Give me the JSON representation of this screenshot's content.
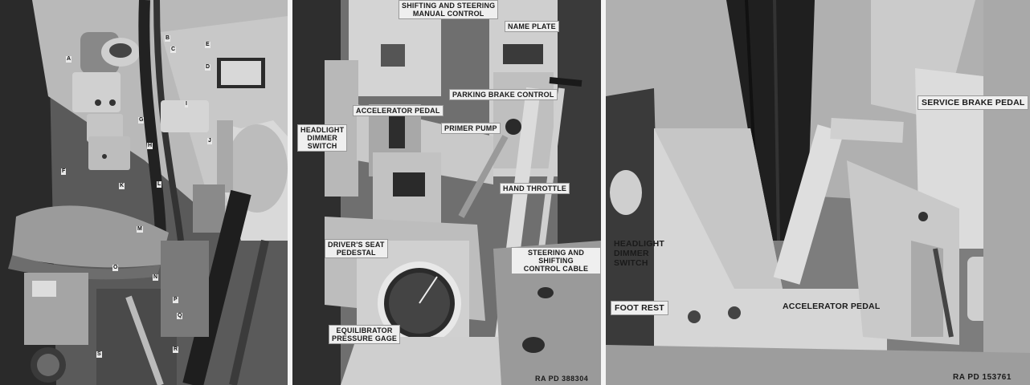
{
  "panel_left": {
    "letters": [
      "A",
      "B",
      "C",
      "D",
      "E",
      "F",
      "G",
      "H",
      "I",
      "J",
      "K",
      "L",
      "M",
      "N",
      "O",
      "P",
      "Q",
      "R",
      "S"
    ]
  },
  "panel_middle": {
    "labels": {
      "shifting": "SHIFTING AND STEERING\nMANUAL CONTROL",
      "name_plate": "NAME PLATE",
      "parking_brake": "PARKING BRAKE CONTROL",
      "accelerator": "ACCELERATOR PEDAL",
      "primer_pump": "PRIMER PUMP",
      "headlight": "HEADLIGHT\nDIMMER\nSWITCH",
      "hand_throttle": "HAND THROTTLE",
      "drivers_seat": "DRIVER'S SEAT\nPEDESTAL",
      "steering_cable": "STEERING AND SHIFTING\nCONTROL CABLE",
      "equilibrator": "EQUILIBRATOR\nPRESSURE GAGE"
    },
    "ref": "RA PD 388304"
  },
  "panel_right": {
    "labels": {
      "service_brake": "SERVICE BRAKE PEDAL",
      "headlight": "HEADLIGHT\nDIMMER\nSWITCH",
      "foot_rest": "FOOT REST",
      "accelerator": "ACCELERATOR PEDAL"
    },
    "ref": "RA PD 153761"
  }
}
